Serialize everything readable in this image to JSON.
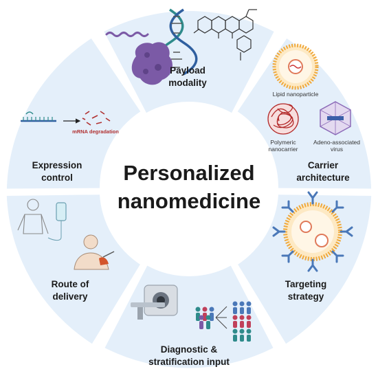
{
  "center": {
    "line1": "Personalized",
    "line2": "nanomedicine"
  },
  "segments": {
    "payload": {
      "line1": "Payload",
      "line2": "modality"
    },
    "carrier": {
      "line1": "Carrier",
      "line2": "architecture",
      "lipid": "Lipid nanoparticle",
      "polymeric_1": "Polymeric",
      "polymeric_2": "nanocarrier",
      "aav_1": "Adeno-associated",
      "aav_2": "virus"
    },
    "targeting": {
      "line1": "Targeting",
      "line2": "strategy"
    },
    "diagnostic": {
      "line1": "Diagnostic &",
      "line2": "stratification input"
    },
    "route": {
      "line1": "Route of",
      "line2": "delivery"
    },
    "expression": {
      "line1": "Expression",
      "line2": "control",
      "mrna": "mRNA degradation"
    }
  },
  "colors": {
    "ring_fill": "#e4effa",
    "center_fill": "#ffffff",
    "purple": "#7b5aa6",
    "lipid_orange": "#f0a93b",
    "polymer_red": "#b32a2a",
    "antibody_blue": "#4a78b8",
    "teal": "#2e8b8b",
    "red_text": "#b03030"
  }
}
